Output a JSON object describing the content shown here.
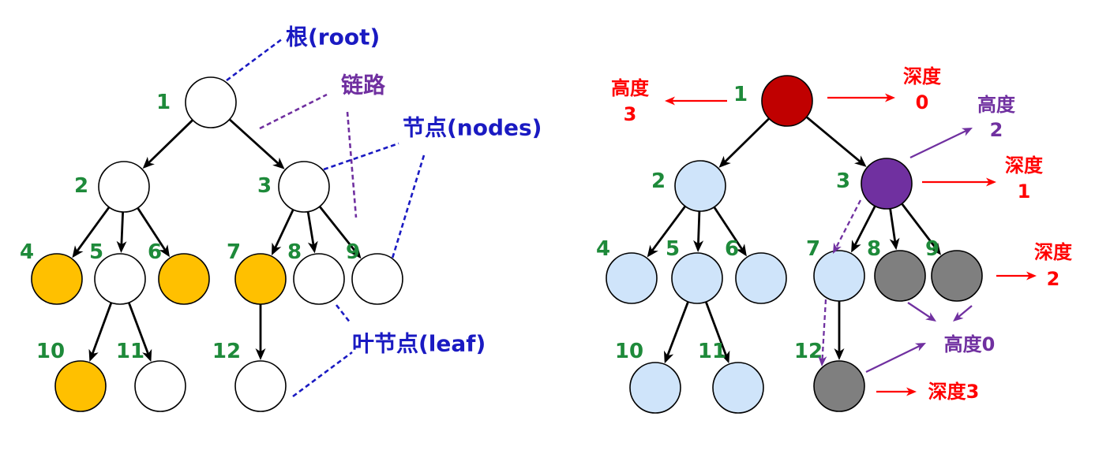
{
  "colors": {
    "node_label": "#1e8a3a",
    "annotation_blue": "#1a1ac2",
    "annotation_purple": "#7030a0",
    "annotation_red": "#ff0000",
    "edge": "#000000"
  },
  "left_tree": {
    "nodes": [
      {
        "label": "1",
        "fill": "#ffffff"
      },
      {
        "label": "2",
        "fill": "#ffffff"
      },
      {
        "label": "3",
        "fill": "#ffffff"
      },
      {
        "label": "4",
        "fill": "#ffc000"
      },
      {
        "label": "5",
        "fill": "#ffffff"
      },
      {
        "label": "6",
        "fill": "#ffc000"
      },
      {
        "label": "7",
        "fill": "#ffc000"
      },
      {
        "label": "8",
        "fill": "#ffffff"
      },
      {
        "label": "9",
        "fill": "#ffffff"
      },
      {
        "label": "10",
        "fill": "#ffc000"
      },
      {
        "label": "11",
        "fill": "#ffffff"
      },
      {
        "label": "12",
        "fill": "#ffffff"
      }
    ],
    "annotations": {
      "root": "根(root)",
      "link": "链路",
      "nodes": "节点(nodes)",
      "leaf": "叶节点(leaf)"
    }
  },
  "right_tree": {
    "nodes": [
      {
        "label": "1",
        "fill": "#c00000"
      },
      {
        "label": "2",
        "fill": "#cfe4fa"
      },
      {
        "label": "3",
        "fill": "#7030a0"
      },
      {
        "label": "4",
        "fill": "#cfe4fa"
      },
      {
        "label": "5",
        "fill": "#cfe4fa"
      },
      {
        "label": "6",
        "fill": "#cfe4fa"
      },
      {
        "label": "7",
        "fill": "#cfe4fa"
      },
      {
        "label": "8",
        "fill": "#7f7f7f"
      },
      {
        "label": "9",
        "fill": "#7f7f7f"
      },
      {
        "label": "10",
        "fill": "#cfe4fa"
      },
      {
        "label": "11",
        "fill": "#cfe4fa"
      },
      {
        "label": "12",
        "fill": "#7f7f7f"
      }
    ],
    "annotations": {
      "root_height_label": "高度",
      "root_height_value": "3",
      "root_depth_label": "深度",
      "root_depth_value": "0",
      "node3_height_label": "高度",
      "node3_height_value": "2",
      "node3_depth_label": "深度",
      "node3_depth_value": "1",
      "level2_depth_label": "深度",
      "level2_depth_value": "2",
      "leaf_height": "高度0",
      "level3_depth": "深度3"
    }
  }
}
